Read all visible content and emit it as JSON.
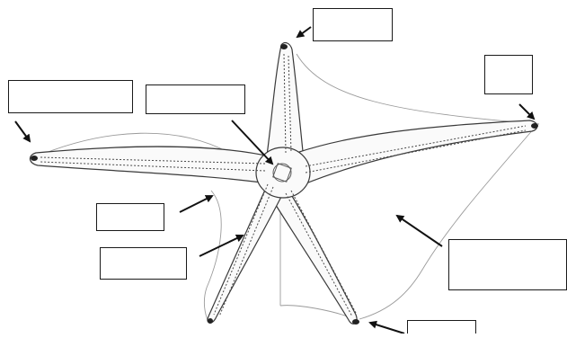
{
  "diagram": {
    "subject": "starfish-anatomy-labeling-worksheet",
    "label_boxes": [
      {
        "id": "box-top-tip",
        "text": ""
      },
      {
        "id": "box-right-tip",
        "text": ""
      },
      {
        "id": "box-left-tip",
        "text": ""
      },
      {
        "id": "box-center-disc",
        "text": ""
      },
      {
        "id": "box-left-web",
        "text": ""
      },
      {
        "id": "box-left-arm-groove",
        "text": ""
      },
      {
        "id": "box-right-web",
        "text": ""
      },
      {
        "id": "box-bottom-tip",
        "text": ""
      }
    ],
    "colors": {
      "ink": "#1a1a1a",
      "sketch": "#3a3a3a",
      "light_sketch": "#8a8a8a",
      "background": "#ffffff"
    }
  }
}
